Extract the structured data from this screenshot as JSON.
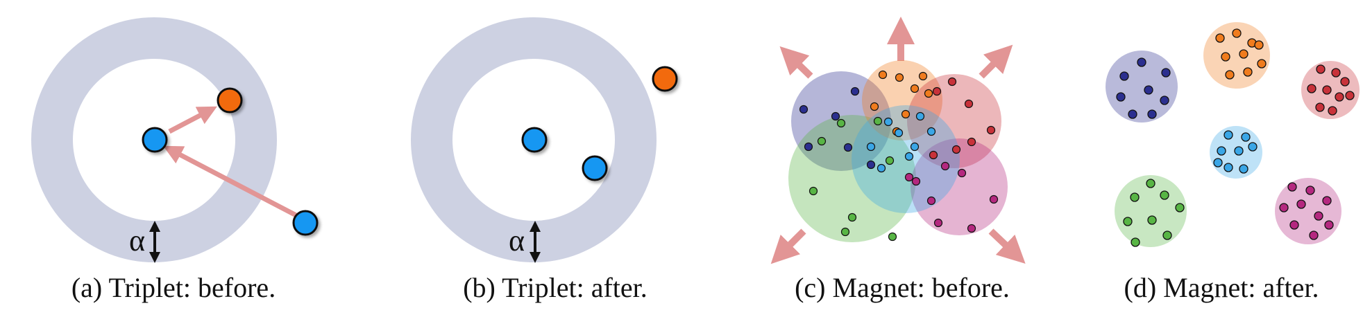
{
  "panels": {
    "a": {
      "caption": "(a) Triplet: before.",
      "margin_symbol": "α"
    },
    "b": {
      "caption": "(b) Triplet: after.",
      "margin_symbol": "α"
    },
    "c": {
      "caption": "(c) Magnet: before."
    },
    "d": {
      "caption": "(d) Magnet: after."
    }
  },
  "colors": {
    "ring": "#cdd1e2",
    "anchor": "#1597f2",
    "positive": "#1597f2",
    "negative": "#f26a11",
    "arrow": "#e29595",
    "clusters": {
      "navy": "#2b2f8f",
      "orange": "#f07c1e",
      "red": "#c8323a",
      "cyan": "#3aa6e6",
      "green": "#58b545",
      "magenta": "#b4287f"
    }
  }
}
